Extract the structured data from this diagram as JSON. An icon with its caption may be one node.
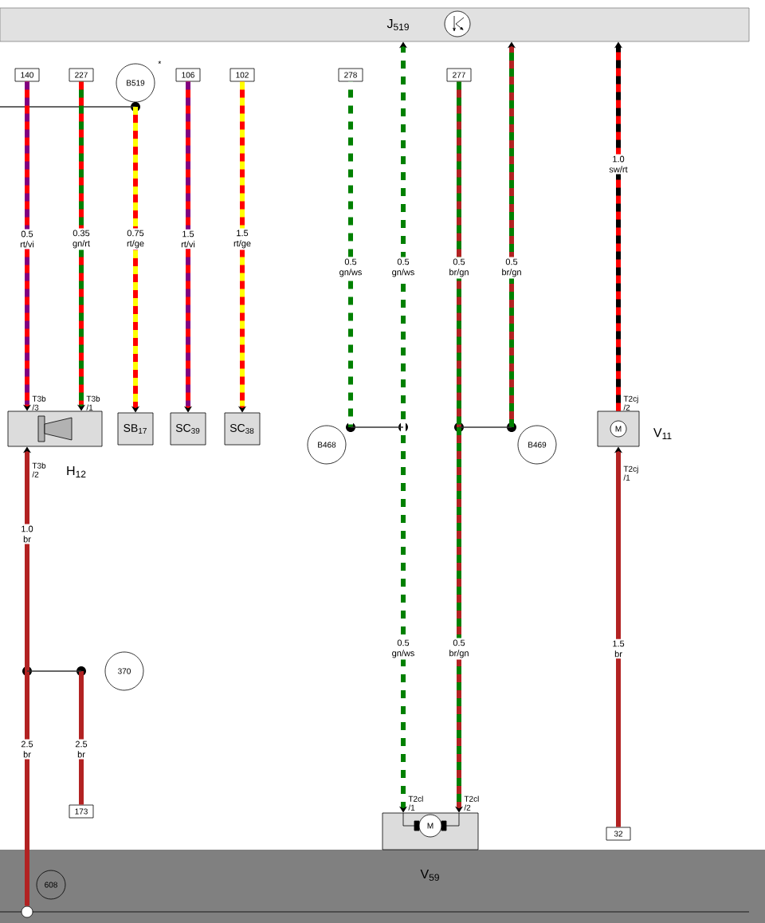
{
  "diagram": {
    "nodes": [
      {
        "text": [
          "J$_{519}$"
        ]
      },
      {
        "text": [
          "140"
        ]
      },
      {
        "text": [
          "227"
        ]
      },
      {
        "text": [
          "B519"
        ],
        "beside": [
          "*"
        ]
      },
      {
        "text": [],
        "shape": "circle"
      },
      {
        "text": [
          "106"
        ]
      },
      {
        "text": [
          "102"
        ]
      },
      {
        "text": [
          "278"
        ]
      },
      {
        "text": [
          "277"
        ]
      },
      {
        "text": [
          "H$_{12}$"
        ],
        "beside": [
          "T3b /3",
          "T3b /1",
          "T3b /2"
        ]
      },
      {
        "text": [
          "SB$_{17}$"
        ]
      },
      {
        "text": [
          "SC$_{39}$"
        ]
      },
      {
        "text": [
          "SC$_{38}$"
        ]
      },
      {
        "text": [
          "B468"
        ]
      },
      {
        "text": [],
        "shape": "circle"
      },
      {
        "text": [],
        "shape": "circle"
      },
      {
        "text": [],
        "shape": "circle"
      },
      {
        "text": [],
        "shape": "circle"
      },
      {
        "text": [
          "B469"
        ]
      },
      {
        "text": [
          "V$_{11}$"
        ],
        "beside": [
          "T2cj /2",
          "T2cj /1"
        ]
      },
      {
        "text": [],
        "shape": "circle"
      },
      {
        "text": [],
        "shape": "circle"
      },
      {
        "text": [
          "370"
        ]
      },
      {
        "text": [
          "173"
        ]
      },
      {
        "text": [
          "V$_{59}$"
        ],
        "beside": [
          "T2cl /1",
          "T2cl /2"
        ]
      },
      {
        "text": [
          "32"
        ]
      },
      {
        "text": [
          "608"
        ]
      },
      {
        "text": [],
        "shape": "circle"
      }
    ],
    "edges": [
      {
        "from": null,
        "to": 4,
        "arrow": "none",
        "color": "#333333"
      },
      {
        "from": 1,
        "to": 9,
        "arrow": "to",
        "label": "0.5 rt/vi",
        "color": "#ff0000"
      },
      {
        "from": 2,
        "to": 9,
        "arrow": "to",
        "label": "0.35 gn/rt",
        "color": "#008000"
      },
      {
        "from": 4,
        "to": 10,
        "arrow": "to",
        "label": "0.75 rt/ge",
        "color": "#ff0000"
      },
      {
        "from": 5,
        "to": 11,
        "arrow": "to",
        "label": "1.5 rt/vi",
        "color": "#ff0000"
      },
      {
        "from": 6,
        "to": 12,
        "arrow": "to",
        "label": "1.5 rt/ge",
        "color": "#ff0000"
      },
      {
        "from": 7,
        "to": 14,
        "arrow": "none",
        "label": "0.5 gn/ws",
        "color": "#008000"
      },
      {
        "from": 15,
        "to": 0,
        "arrow": "to",
        "label": "0.5 gn/ws",
        "color": "#008000"
      },
      {
        "from": 15,
        "to": 24,
        "arrow": "to",
        "label": "0.5 gn/ws",
        "color": "#008000"
      },
      {
        "from": 8,
        "to": 16,
        "arrow": "none",
        "label": "0.5 br/gn",
        "color": "#b22222"
      },
      {
        "from": 16,
        "to": 24,
        "arrow": "to",
        "label": "0.5 br/gn",
        "color": "#b22222"
      },
      {
        "from": 17,
        "to": 0,
        "arrow": "to",
        "label": "0.5 br/gn",
        "color": "#b22222"
      },
      {
        "from": 14,
        "to": 15,
        "arrow": "none",
        "color": "#333333"
      },
      {
        "from": 16,
        "to": 17,
        "arrow": "none",
        "color": "#333333"
      },
      {
        "from": 19,
        "to": 0,
        "arrow": "to",
        "label": "1.0 sw/rt",
        "color": "#000000"
      },
      {
        "from": 25,
        "to": 19,
        "arrow": "to",
        "label": "1.5 br",
        "color": "#b22222"
      },
      {
        "from": 20,
        "to": 9,
        "arrow": "to",
        "label": "1.0 br",
        "color": "#b22222"
      },
      {
        "from": 20,
        "to": 27,
        "arrow": "none",
        "label": "2.5 br",
        "color": "#b22222"
      },
      {
        "from": 21,
        "to": 23,
        "arrow": "none",
        "label": "2.5 br",
        "color": "#b22222"
      },
      {
        "from": 20,
        "to": 21,
        "arrow": "none",
        "color": "#333333"
      }
    ],
    "labels": [
      "M",
      "M"
    ]
  }
}
